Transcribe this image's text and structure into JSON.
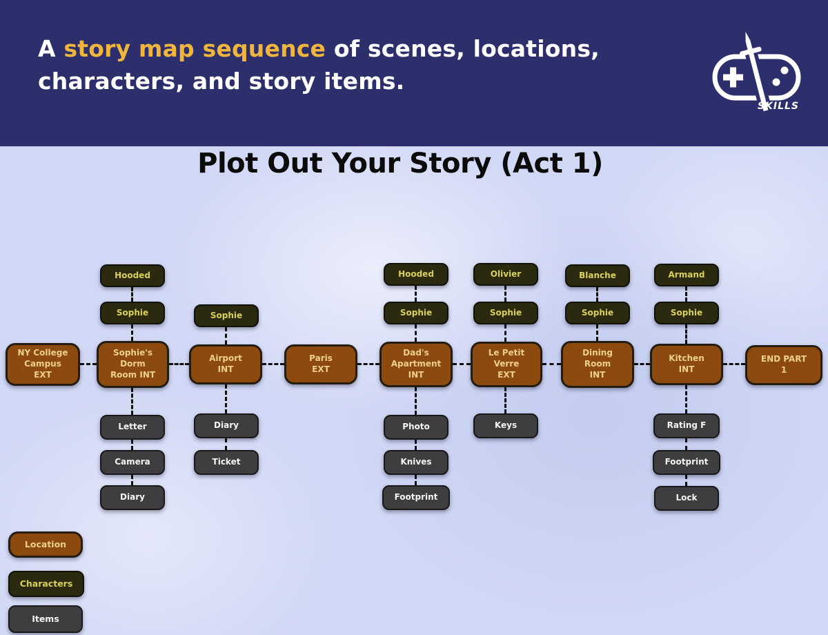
{
  "header": {
    "headline_prefix": "A ",
    "headline_highlight": "story map sequence",
    "headline_suffix": " of scenes, locations, characters, and story items.",
    "logo_text": "SKILLS"
  },
  "main": {
    "title": "Plot Out Your Story (Act 1)"
  },
  "diagram": {
    "columns": [
      {
        "key": "ny-college",
        "location": "NY College\nCampus\nEXT",
        "characters": [],
        "items": []
      },
      {
        "key": "dorm",
        "location": "Sophie's\nDorm\nRoom INT",
        "characters": [
          "Hooded",
          "Sophie"
        ],
        "items": [
          "Letter",
          "Camera",
          "Diary"
        ]
      },
      {
        "key": "airport",
        "location": "Airport\nINT",
        "characters": [
          "Sophie"
        ],
        "items": [
          "Diary",
          "Ticket"
        ]
      },
      {
        "key": "paris",
        "location": "Paris\nEXT",
        "characters": [],
        "items": []
      },
      {
        "key": "dads-apartment",
        "location": "Dad's\nApartment\nINT",
        "characters": [
          "Hooded",
          "Sophie"
        ],
        "items": [
          "Photo",
          "Knives",
          "Footprint"
        ]
      },
      {
        "key": "le-petit-verre",
        "location": "Le Petit\nVerre\nEXT",
        "characters": [
          "Olivier",
          "Sophie"
        ],
        "items": [
          "Keys"
        ]
      },
      {
        "key": "dining-room",
        "location": "Dining\nRoom\nINT",
        "characters": [
          "Blanche",
          "Sophie"
        ],
        "items": []
      },
      {
        "key": "kitchen",
        "location": "Kitchen\nINT",
        "characters": [
          "Armand",
          "Sophie"
        ],
        "items": [
          "Rating F",
          "Footprint",
          "Lock"
        ]
      },
      {
        "key": "end-part-1",
        "location": "END PART\n1",
        "characters": [],
        "items": []
      }
    ]
  },
  "legend": {
    "location": "Location",
    "characters": "Characters",
    "items": "Items"
  },
  "colors": {
    "header_bg": "#2d2f6c",
    "highlight": "#f0b53c",
    "canvas_bg": "#d1d8f5",
    "location_fill": "#8d4a0e",
    "location_text": "#eed189",
    "character_fill": "#2b2a10",
    "character_text": "#d9d158",
    "item_fill": "#3e3d3f",
    "item_text": "#f4f4f4",
    "connector": "#0e0e0e"
  }
}
